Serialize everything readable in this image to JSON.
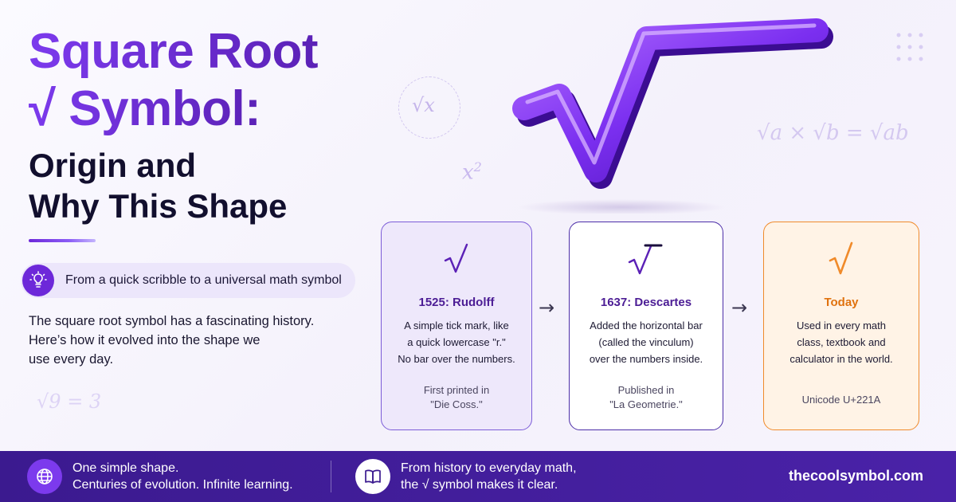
{
  "title": {
    "line1": "Square Root",
    "line2": "√ Symbol:",
    "line3": "Origin and",
    "line4": "Why This Shape"
  },
  "tagline": {
    "icon": "lightbulb-icon",
    "text": "From a quick scribble to a universal math symbol"
  },
  "intro": {
    "line1": "The square root symbol has a fascinating history.",
    "line2": "Here’s how it evolved into the shape we",
    "line3": "use every day."
  },
  "decorations": {
    "sqrt_x": "√x",
    "x_squared_base": "x",
    "x_squared_exp": "2",
    "formula": "√a × √b = √ab",
    "sqrt9": "√9 = 3"
  },
  "cards": [
    {
      "title": "1525: Rudolff",
      "body": [
        "A simple tick mark, like",
        "a quick lowercase \"r.\"",
        "No bar over the numbers."
      ],
      "note": [
        "First printed in",
        "\"Die Coss.\""
      ]
    },
    {
      "title": "1637: Descartes",
      "body": [
        "Added the horizontal bar",
        "(called the vinculum)",
        "over the numbers inside."
      ],
      "note": [
        "Published in",
        "\"La Geometrie.\""
      ]
    },
    {
      "title": "Today",
      "body": [
        "Used in every math",
        "class, textbook and",
        "calculator in the world."
      ],
      "note": [
        "Unicode U+221A"
      ]
    }
  ],
  "arrows": [
    "→",
    "→"
  ],
  "footer": {
    "left_icon": "globe-icon",
    "left_line1": "One simple shape.",
    "left_line2": "Centuries of evolution. Infinite learning.",
    "mid_icon": "book-icon",
    "mid_line1": "From history to everyday math,",
    "mid_line2": "the √ symbol makes it clear.",
    "site": "thecoolsymbol.com"
  },
  "colors": {
    "primary": "#6d28d9",
    "primary_dark": "#3b1a8f",
    "accent_orange": "#f08a2a",
    "card1_bg": "#eee8fb",
    "card3_bg": "#fff3e6"
  }
}
